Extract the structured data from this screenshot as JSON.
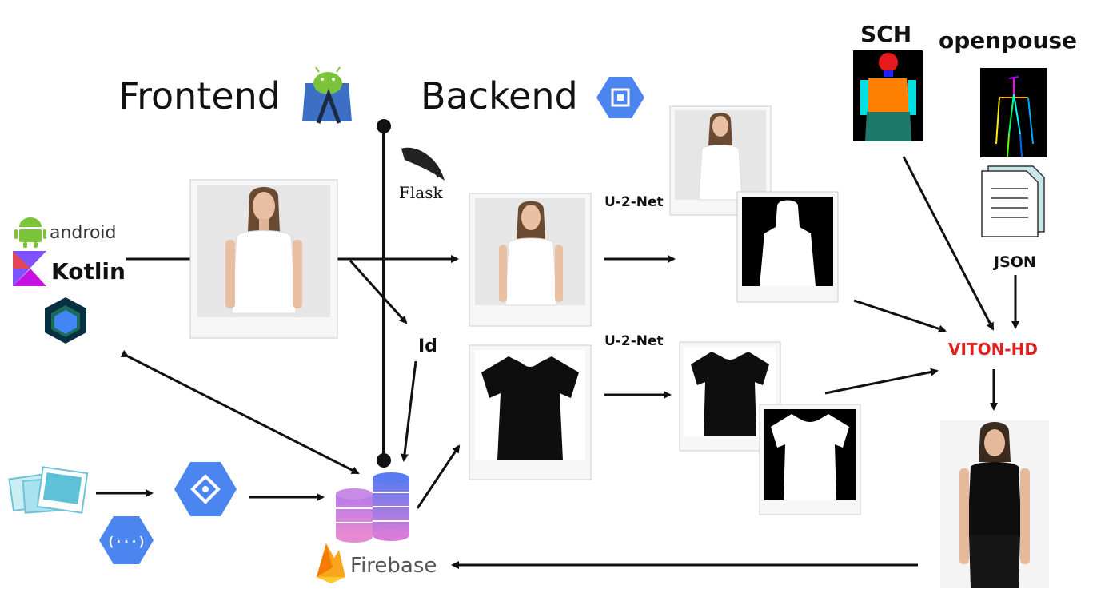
{
  "headings": {
    "frontend": "Frontend",
    "backend": "Backend"
  },
  "labels": {
    "flask": "Flask",
    "android": "android",
    "kotlin": "Kotlin",
    "u2net_top": "U-2-Net",
    "u2net_bottom": "U-2-Net",
    "id": "Id",
    "sch": "SCH",
    "openpose": "openpouse",
    "json": "JSON",
    "viton": "VITON-HD",
    "firebase": "Firebase"
  },
  "colors": {
    "viton_red": "#e0201f",
    "google_blue": "#4a85f0",
    "kotlin_purple": "#7f52ff",
    "android_green": "#7cc33c",
    "firebase_orange": "#f8a620",
    "db_gradient_top": "#5b7cf0",
    "db_gradient_bottom": "#d77cd9"
  },
  "icons": [
    "android-studio-icon",
    "compute-engine-icon",
    "flask-icon",
    "android-robot-icon",
    "kotlin-logo-icon",
    "jetpack-compose-icon",
    "photos-stack-icon",
    "cloud-vision-icon",
    "cloud-functions-icon",
    "database-stack-icon",
    "firebase-flame-icon",
    "document-icon"
  ]
}
